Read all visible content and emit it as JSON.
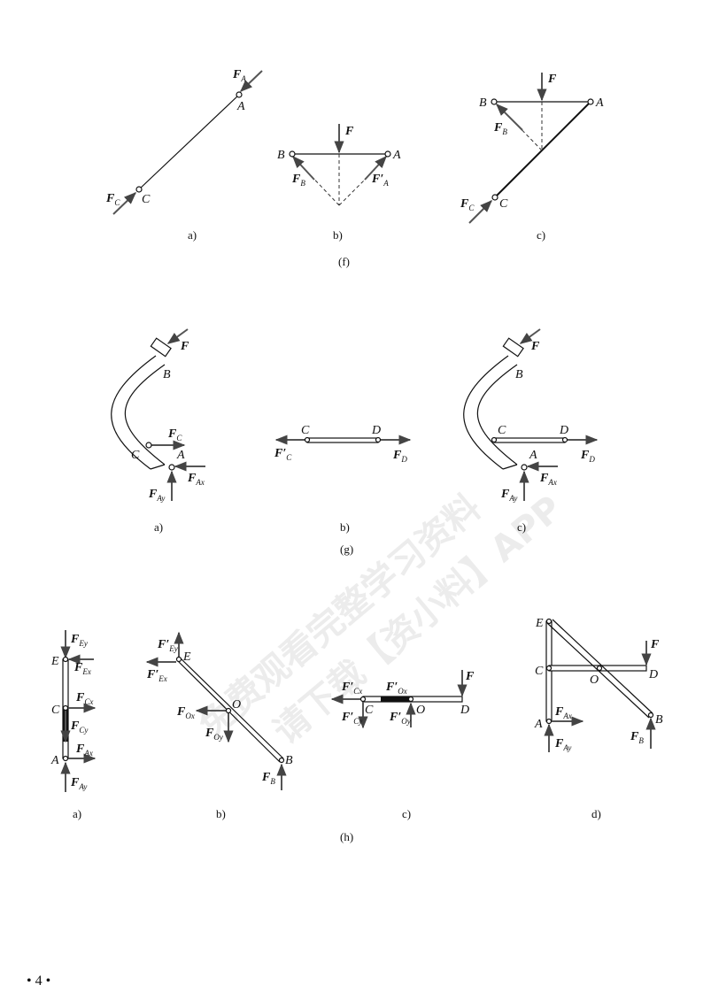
{
  "watermark": {
    "line1": "免费观看完整学习资料",
    "line2": "请下载【资小料】APP"
  },
  "page_number": "• 4 •",
  "f": {
    "group": "(f)",
    "a": {
      "caption": "a)",
      "A": "A",
      "C": "C",
      "FA": "F",
      "FA_sub": "A",
      "FC": "F",
      "FC_sub": "C"
    },
    "b": {
      "caption": "b)",
      "A": "A",
      "B": "B",
      "F": "F",
      "FB": "F",
      "FB_sub": "B",
      "FA": "F′",
      "FA_sub": "A"
    },
    "c": {
      "caption": "c)",
      "A": "A",
      "B": "B",
      "C": "C",
      "F": "F",
      "FB": "F",
      "FB_sub": "B",
      "FC": "F",
      "FC_sub": "C"
    }
  },
  "g": {
    "group": "(g)",
    "a": {
      "caption": "a)",
      "A": "A",
      "B": "B",
      "C": "C",
      "F": "F",
      "FC": "F",
      "FC_sub": "C",
      "FAx": "F",
      "FAx_sub": "Ax",
      "FAy": "F",
      "FAy_sub": "Ay"
    },
    "b": {
      "caption": "b)",
      "C": "C",
      "D": "D",
      "FC": "F′",
      "FC_sub": "C",
      "FD": "F",
      "FD_sub": "D"
    },
    "c": {
      "caption": "c)",
      "A": "A",
      "B": "B",
      "C": "C",
      "D": "D",
      "F": "F",
      "FD": "F",
      "FD_sub": "D",
      "FAx": "F",
      "FAx_sub": "Ax",
      "FAy": "F",
      "FAy_sub": "Ay"
    }
  },
  "h": {
    "group": "(h)",
    "a": {
      "caption": "a)",
      "E": "E",
      "C": "C",
      "A": "A",
      "FEy": "F",
      "FEy_sub": "Ey",
      "FEx": "F",
      "FEx_sub": "Ex",
      "FCx": "F",
      "FCx_sub": "Cx",
      "FCy": "F",
      "FCy_sub": "Cy",
      "FAx": "F",
      "FAx_sub": "Ax",
      "FAy": "F",
      "FAy_sub": "Ay"
    },
    "b": {
      "caption": "b)",
      "E": "E",
      "O": "O",
      "B": "B",
      "FEy": "F′",
      "FEy_sub": "Ey",
      "FEx": "F′",
      "FEx_sub": "Ex",
      "FOx": "F",
      "FOx_sub": "Ox",
      "FOy": "F",
      "FOy_sub": "Oy",
      "FB": "F",
      "FB_sub": "B"
    },
    "c": {
      "caption": "c)",
      "C": "C",
      "O": "O",
      "D": "D",
      "F": "F",
      "FCx": "F′",
      "FCx_sub": "Cx",
      "FOx": "F′",
      "FOx_sub": "Ox",
      "FCy": "F′",
      "FCy_sub": "Cy",
      "FOy": "F′",
      "FOy_sub": "Oy"
    },
    "d": {
      "caption": "d)",
      "E": "E",
      "C": "C",
      "O": "O",
      "D": "D",
      "A": "A",
      "B": "B",
      "F": "F",
      "FAx": "F",
      "FAx_sub": "Ax",
      "FAy": "F",
      "FAy_sub": "Ay",
      "FB": "F",
      "FB_sub": "B"
    }
  }
}
